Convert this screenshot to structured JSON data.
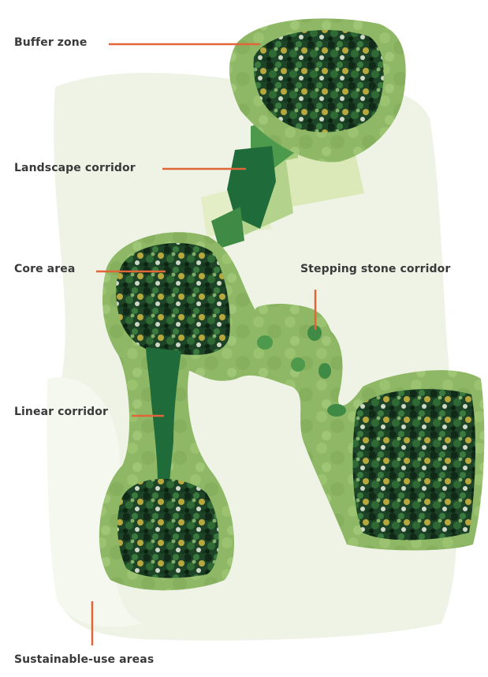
{
  "labels": {
    "buffer_zone": "Buffer zone",
    "landscape_corridor": "Landscape corridor",
    "core_area": "Core area",
    "stepping_stone_corridor": "Stepping stone corridor",
    "linear_corridor": "Linear corridor",
    "sustainable_use_areas": "Sustainable-use areas"
  },
  "colors": {
    "leader_line": "#e0663a",
    "sustainable_area": "#eef3e6",
    "buffer": "#93b96a",
    "corridor_dark": "#1f6b3a",
    "corridor_mid": "#4e9a4c",
    "corridor_light": "#dbe8b8",
    "core_dark": "#14331e",
    "core_mid": "#2f6a34",
    "core_yellow": "#b6a73e",
    "core_pale": "#cfd8c7"
  }
}
